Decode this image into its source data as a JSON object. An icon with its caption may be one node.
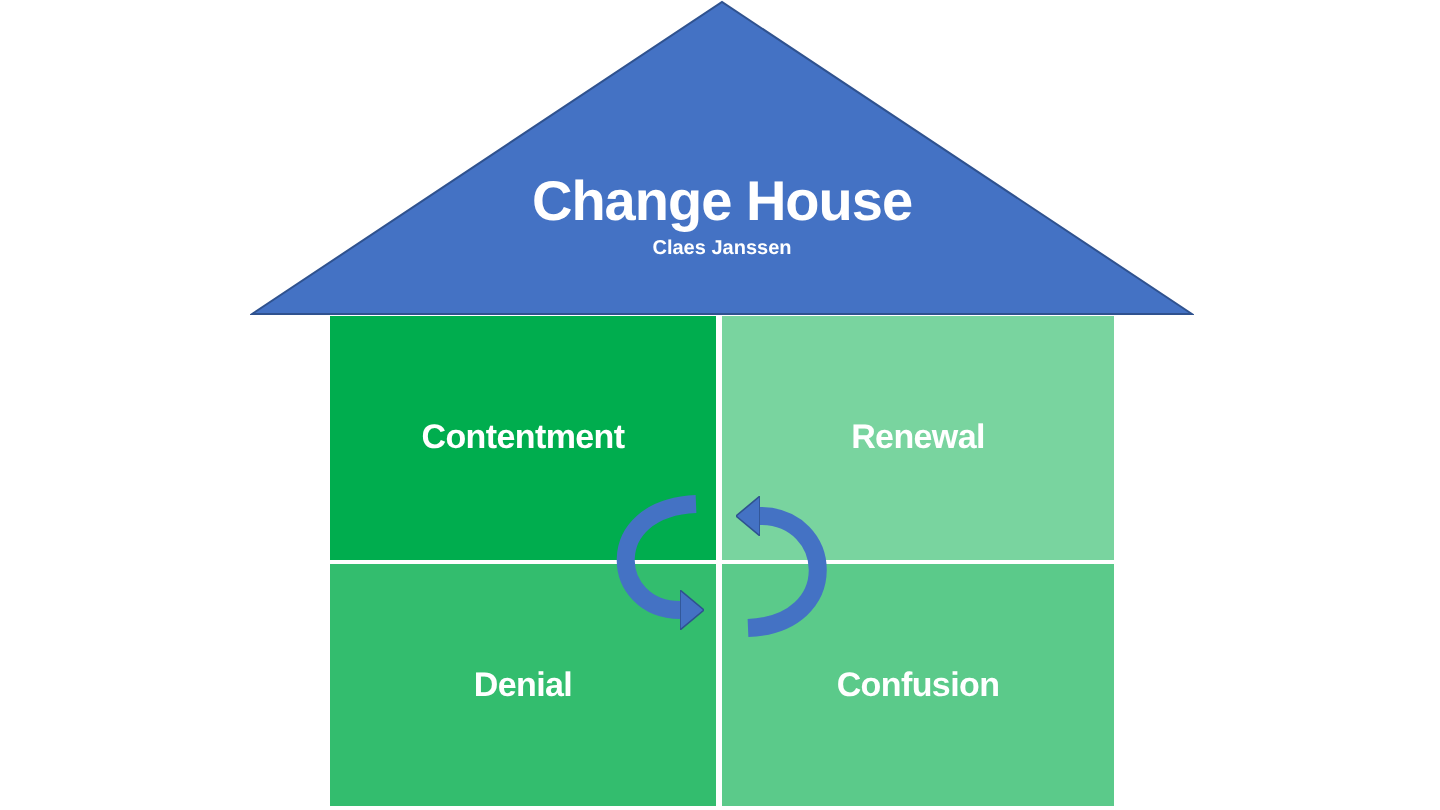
{
  "diagram": {
    "nodes": [
      {
        "text": [
          "Change House",
          "Claes Janssen"
        ]
      },
      {
        "text": [
          "Contentment"
        ]
      },
      {
        "text": [
          "Renewal"
        ]
      },
      {
        "text": [
          "Denial"
        ]
      },
      {
        "text": [
          "Confusion"
        ]
      }
    ],
    "edges": [
      {
        "from": 1,
        "to": 3,
        "arrow": "to"
      },
      {
        "from": 4,
        "to": 2,
        "arrow": "to"
      }
    ]
  }
}
